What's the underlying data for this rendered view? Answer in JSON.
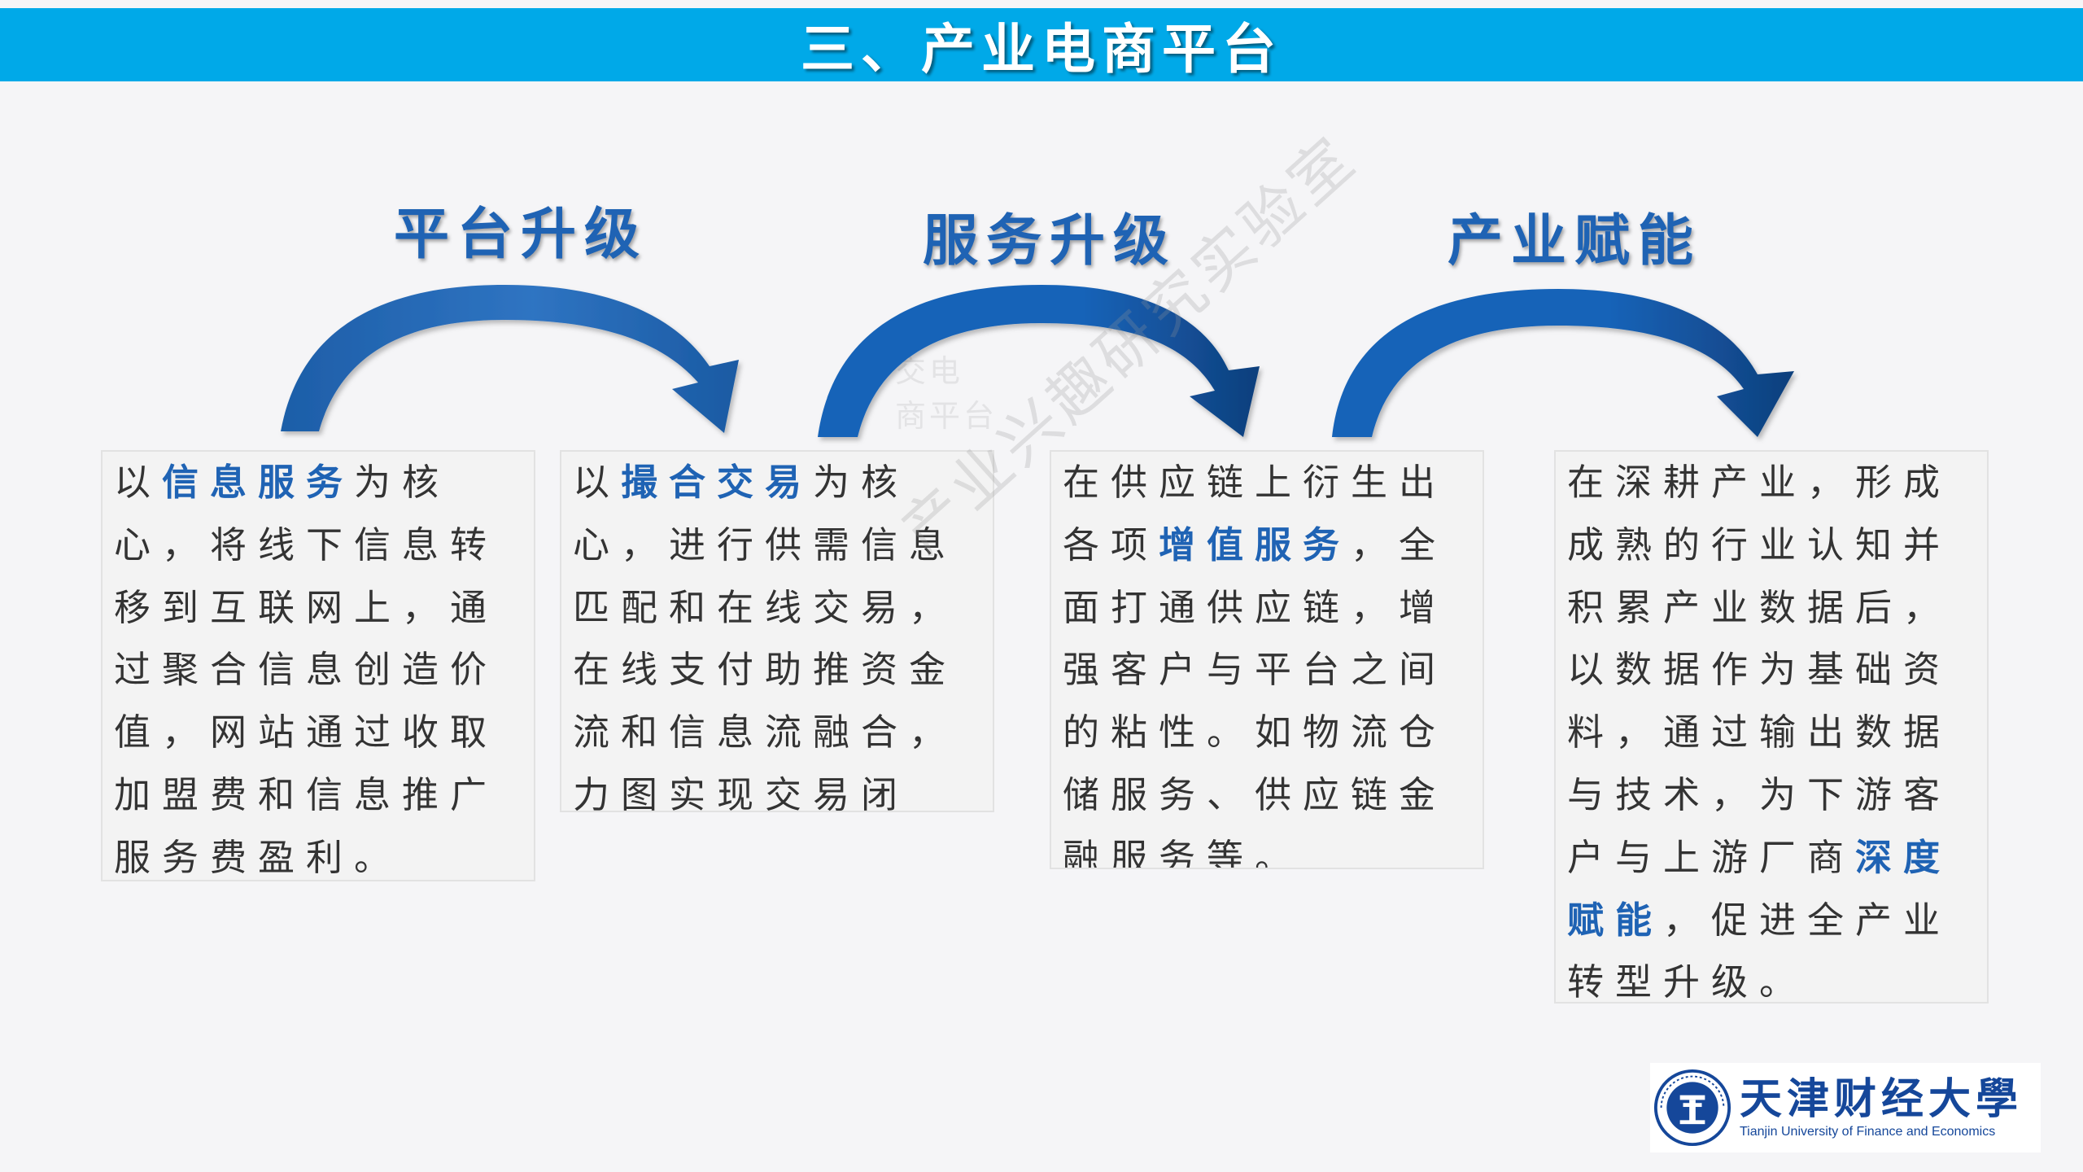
{
  "title": "三、产业电商平台",
  "watermark": "产业兴趣研究实验室",
  "ghost_text": [
    "交电",
    "商平台"
  ],
  "colors": {
    "title_bar": "#00a9e8",
    "accent_blue": "#1f63b4",
    "card_background": "#f3f3f3",
    "body_text": "#333333"
  },
  "stages": [
    {
      "heading": "平台升级",
      "text": [
        {
          "t": "以"
        },
        {
          "t": "信息服务",
          "hl": true
        },
        {
          "t": "为核心，将线下信息转移到互联网上，通过聚合信息创造价值，网站通过收取加盟费和信息推广服务费盈利。"
        }
      ]
    },
    {
      "heading": "服务升级",
      "text": [
        {
          "t": "以"
        },
        {
          "t": "撮合交易",
          "hl": true
        },
        {
          "t": "为核心，进行供需信息匹配和在线交易，在线支付助推资金流和信息流融合，力图实现交易闭环。"
        }
      ]
    },
    {
      "heading": "产业赋能",
      "text": [
        {
          "t": "在供应链上衍生出各项"
        },
        {
          "t": "增值服务",
          "hl": true
        },
        {
          "t": "，全面打通供应链，增强客户与平台之间的粘性。如物流仓储服务、供应链金融服务等。"
        }
      ]
    },
    {
      "heading": "",
      "text": [
        {
          "t": "在深耕产业，形成成熟的行业认知并积累产业数据后，以数据作为基础资料，通过输出数据与技术，为下游客户与上游厂商"
        },
        {
          "t": "深度赋能",
          "hl": true
        },
        {
          "t": "，促进全产业转型升级。"
        }
      ]
    }
  ],
  "logo": {
    "name_cn": "天津财经大學",
    "name_en": "Tianjin University of Finance and Economics",
    "icon": "university-seal"
  }
}
